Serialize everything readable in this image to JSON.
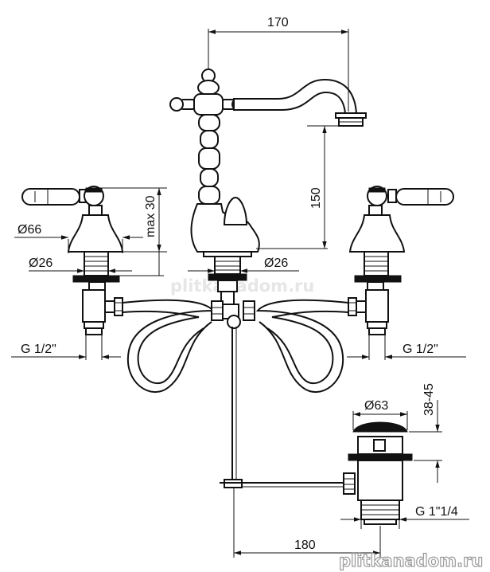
{
  "dimensions": {
    "spout_reach": "170",
    "spout_height": "150",
    "handle_max": "max 30",
    "rosette_diameter": "Ø66",
    "shank_left": "Ø26",
    "shank_center": "Ø26",
    "thread_left": "G 1/2\"",
    "thread_right": "G 1/2\"",
    "drain_diameter": "Ø63",
    "drain_height": "38-45",
    "drain_thread": "G 1\"1/4",
    "pop_up_length": "180"
  },
  "watermarks": {
    "middle": "plitkanadom.ru",
    "bottom": "plitkanadom.ru"
  },
  "colors": {
    "ink": "#111111",
    "watermark_fill": "#e6e6e6",
    "watermark_bottom_fill": "#ffffff",
    "watermark_bottom_stroke": "#9a9a9a"
  }
}
